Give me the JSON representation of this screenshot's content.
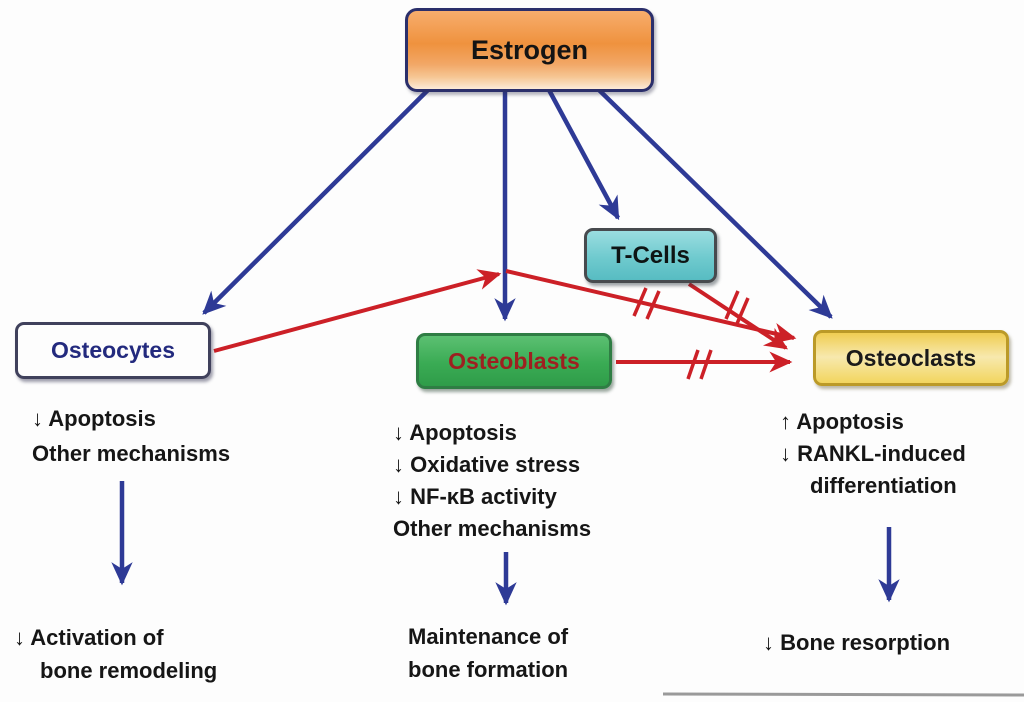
{
  "nodes": {
    "estrogen": {
      "label": "Estrogen",
      "fill": "#ef923e",
      "text_color": "#141414"
    },
    "osteocytes": {
      "label": "Osteocytes",
      "fill": "#cfe18c",
      "text_color": "#232a7e"
    },
    "osteoblasts": {
      "label": "Osteoblasts",
      "fill": "#3aab54",
      "text_color": "#9e2020"
    },
    "tcells": {
      "label": "T-Cells",
      "fill": "#6fcace",
      "text_color": "#0e1414"
    },
    "osteoclasts": {
      "label": "Osteoclasts",
      "fill": "#f2d55e",
      "text_color": "#1a1a1a"
    }
  },
  "annotations": {
    "osteocytes_effects": {
      "lines": [
        "↓ Apoptosis",
        "Other mechanisms"
      ]
    },
    "osteoblasts_effects": {
      "lines": [
        "↓ Apoptosis",
        "↓ Oxidative stress",
        "↓ NF-κB activity",
        "Other mechanisms"
      ]
    },
    "osteoclasts_effects": {
      "lines": [
        "↑ Apoptosis",
        "↓ RANKL-induced",
        "differentiation"
      ]
    },
    "osteocytes_outcome": {
      "lines": [
        "↓ Activation of",
        "bone remodeling"
      ]
    },
    "osteoblasts_outcome": {
      "lines": [
        "Maintenance of",
        "bone formation"
      ]
    },
    "osteoclasts_outcome": {
      "lines": [
        "↓ Bone resorption"
      ]
    }
  },
  "edges": [
    {
      "from": "Estrogen",
      "to": "Osteocytes",
      "style": "activation",
      "color": "#2e3a96"
    },
    {
      "from": "Estrogen",
      "to": "Osteoblasts",
      "style": "activation",
      "color": "#2e3a96"
    },
    {
      "from": "Estrogen",
      "to": "T-Cells",
      "style": "activation",
      "color": "#2e3a96"
    },
    {
      "from": "Estrogen",
      "to": "Osteoclasts",
      "style": "activation",
      "color": "#2e3a96"
    },
    {
      "from": "Osteocytes",
      "to": "Osteoclasts",
      "style": "inhibition",
      "color": "#cc2027"
    },
    {
      "from": "T-Cells",
      "to": "Osteoclasts",
      "style": "inhibition",
      "color": "#cc2027"
    },
    {
      "from": "Osteoblasts",
      "to": "Osteoclasts",
      "style": "inhibition",
      "color": "#cc2027"
    },
    {
      "from": "Osteocytes effects",
      "to": "↓ Activation of bone remodeling",
      "style": "flow",
      "color": "#2e3a96"
    },
    {
      "from": "Osteoblasts effects",
      "to": "Maintenance of bone formation",
      "style": "flow",
      "color": "#2e3a96"
    },
    {
      "from": "Osteoclasts effects",
      "to": "↓ Bone resorption",
      "style": "flow",
      "color": "#2e3a96"
    }
  ],
  "colors": {
    "activation_arrow": "#2e3a96",
    "inhibition_arrow": "#cc2027",
    "background": "#fdfdfd",
    "baseline_rule": "#9a9a9a"
  }
}
